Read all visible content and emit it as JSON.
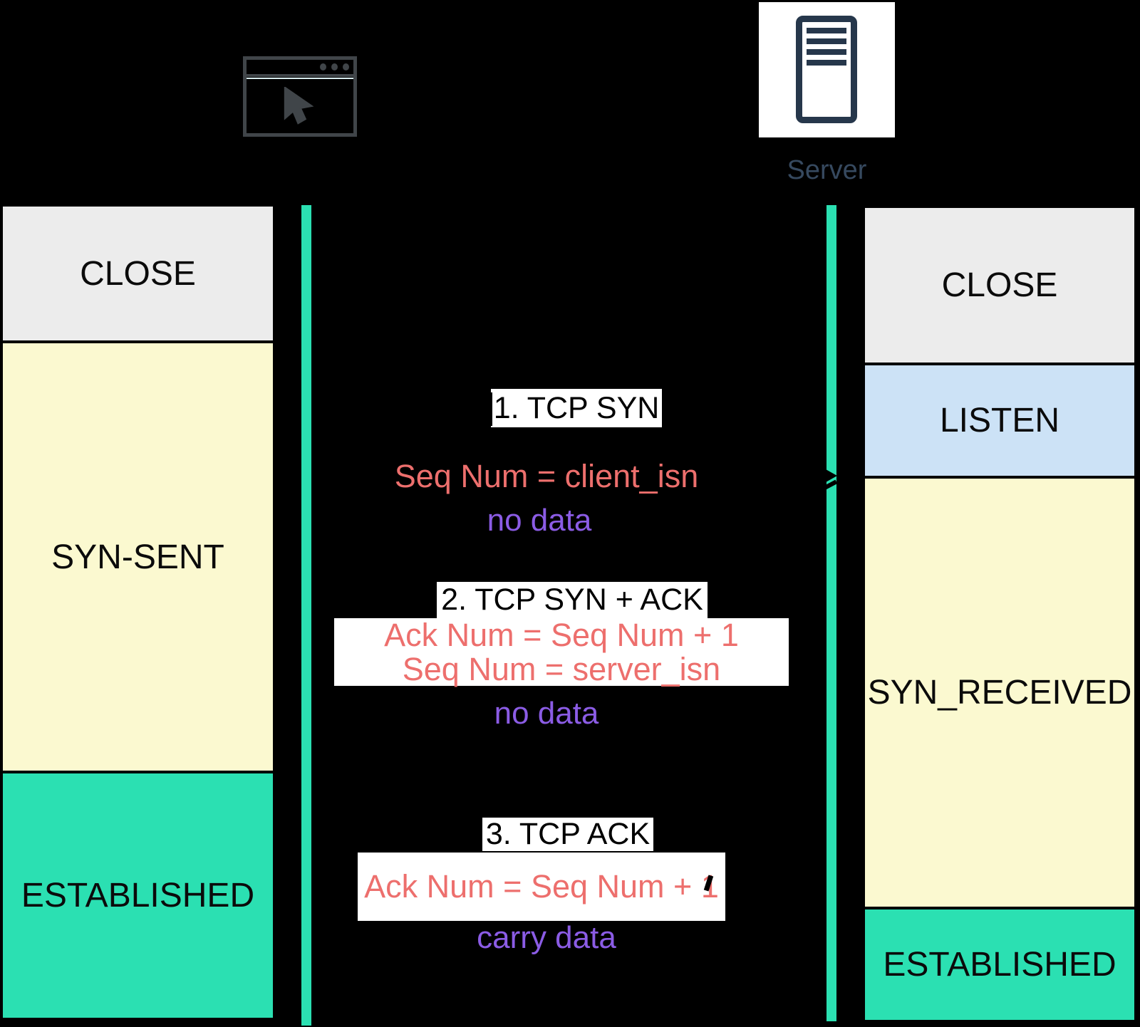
{
  "colors": {
    "background": "#000000",
    "lifeline": "#2BE0B2",
    "state_close": "#ECECEC",
    "state_listen": "#CCE2F6",
    "state_syn": "#FBF9D0",
    "state_established": "#2BE0B2",
    "message_value_text": "#ED6F6D",
    "message_note_text": "#8B5CE5",
    "message_label_bg": "#FFFFFF",
    "message_label_text": "#000000",
    "server_label_text": "#36495F",
    "client_icon_color": "#404549",
    "server_icon_color": "#26374B"
  },
  "client": {
    "icon": "browser-window-cursor-icon"
  },
  "server": {
    "icon": "server-tower-icon",
    "label": "Server"
  },
  "client_states": [
    {
      "label": "CLOSE"
    },
    {
      "label": "SYN-SENT"
    },
    {
      "label": "ESTABLISHED"
    }
  ],
  "server_states": [
    {
      "label": "CLOSE"
    },
    {
      "label": "LISTEN"
    },
    {
      "label": "SYN_RECEIVED"
    },
    {
      "label": "ESTABLISHED"
    }
  ],
  "messages": [
    {
      "step": "1. TCP SYN",
      "values": [
        "Seq Num = client_isn"
      ],
      "note": "no data"
    },
    {
      "step": "2. TCP SYN + ACK",
      "values": [
        "Ack Num = Seq Num + 1",
        "Seq Num = server_isn"
      ],
      "note": "no data"
    },
    {
      "step": "3. TCP ACK",
      "values": [
        "Ack Num = Seq Num + 1"
      ],
      "note": "carry data"
    }
  ]
}
